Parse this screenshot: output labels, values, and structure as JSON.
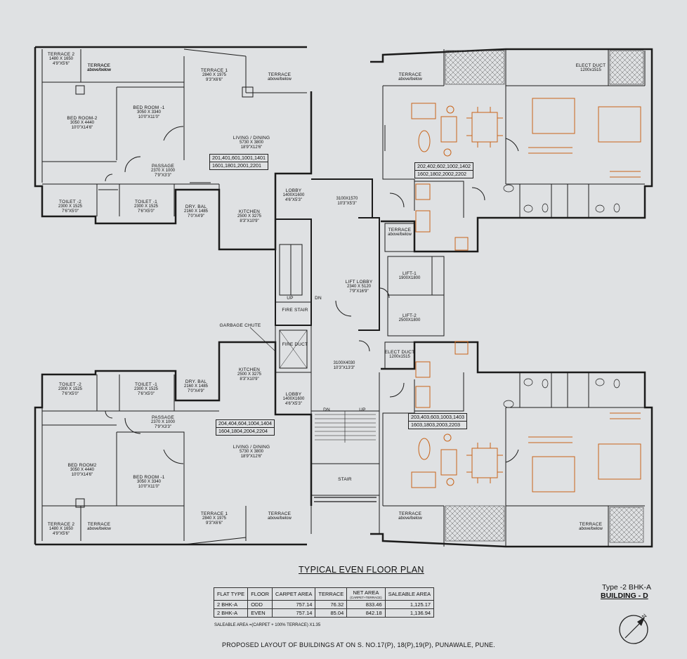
{
  "plan_title": "TYPICAL EVEN FLOOR PLAN",
  "type_label": "Type -2 BHK-A",
  "building_label": "BUILDING - D",
  "compass_letter": "N",
  "footer": "PROPOSED LAYOUT OF BUILDINGS AT ON S. NO.17(P), 18(P),19(P), PUNAWALE, PUNE.",
  "saleable_note": "SALEABLE AREA =(CARPET + 100% TERRACE) X1.35",
  "table": {
    "headers": [
      "FLAT TYPE",
      "FLOOR",
      "CARPET AREA",
      "TERRACE",
      "NET AREA",
      "SALEABLE  AREA"
    ],
    "net_area_sub": "(CARPET+TERRACE)",
    "rows": [
      [
        "2 BHK-A",
        "ODD",
        "757.14",
        "76.32",
        "833.46",
        "1,125.17"
      ],
      [
        "2 BHK-A",
        "EVEN",
        "757.14",
        "85.04",
        "842.18",
        "1,136.94"
      ]
    ]
  },
  "flat_numbers": {
    "top_left": [
      "201,401,601,1001,1401",
      "1601,1801,2001,2201"
    ],
    "top_right": [
      "202,402,602,1002,1402",
      "1602,1802,2002,2202"
    ],
    "bottom_left": [
      "204,404,604,1004,1404",
      "1604,1804,2004,2204"
    ],
    "bottom_right": [
      "203,403,603,1003,1403",
      "1603,1803,2003,2203"
    ]
  },
  "rooms": [
    {
      "name": "TERRACE 2",
      "lines": [
        "1480 X 1650",
        "4'9\"X5'6\""
      ]
    },
    {
      "name": "TERRACE",
      "lines": [
        "above/below"
      ]
    },
    {
      "name": "TERRACE 1",
      "lines": [
        "2840 X 1975",
        "9'3\"X6'6\""
      ]
    },
    {
      "name": "TERRACE",
      "lines": [
        "above/below"
      ]
    },
    {
      "name": "BED ROOM-2",
      "lines": [
        "3050 X 4440",
        "10'0\"X14'6\""
      ]
    },
    {
      "name": "BED ROOM -1",
      "lines": [
        "3050 X 3340",
        "10'0\"X11'0\""
      ]
    },
    {
      "name": "LIVING / DINING",
      "lines": [
        "5730 X 3800",
        "18'9\"X12'6\""
      ]
    },
    {
      "name": "PASSAGE",
      "lines": [
        "2370 X 1000",
        "7'9\"X3'3\""
      ]
    },
    {
      "name": "TOILET -2",
      "lines": [
        "2300 X 1525",
        "7'6\"X5'0\""
      ]
    },
    {
      "name": "TOILET -1",
      "lines": [
        "2300 X 1525",
        "7'6\"X5'0\""
      ]
    },
    {
      "name": "DRY. BAL",
      "lines": [
        "2160 X 1485",
        "7'0\"X4'9\""
      ]
    },
    {
      "name": "KITCHEN",
      "lines": [
        "2500 X 3275",
        "8'3\"X10'9\""
      ]
    },
    {
      "name": "LOBBY",
      "lines": [
        "1400X1600",
        "4'6\"X5'3\""
      ]
    },
    {
      "name": "",
      "lines": [
        "3100X1570",
        "10'3\"X5'3\""
      ]
    },
    {
      "name": "TERRACE",
      "lines": [
        "above/below"
      ]
    },
    {
      "name": "TERRACE",
      "lines": [
        "above/below"
      ]
    },
    {
      "name": "ELECT DUCT",
      "lines": [
        "1200x1515"
      ]
    },
    {
      "name": "LIFT-1",
      "lines": [
        "1900X1800"
      ]
    },
    {
      "name": "LIFT LOBBY",
      "lines": [
        "2340 X 5120",
        "7'9\"X16'9\""
      ]
    },
    {
      "name": "LIFT-2",
      "lines": [
        "2500X1800"
      ]
    },
    {
      "name": "FIRE STAIR",
      "lines": []
    },
    {
      "name": "UP",
      "lines": []
    },
    {
      "name": "DN",
      "lines": []
    },
    {
      "name": "GARBAGE CHUTE",
      "lines": []
    },
    {
      "name": "FIRE DUCT",
      "lines": []
    },
    {
      "name": "",
      "lines": [
        "3100X4030",
        "10'3\"X13'3\""
      ]
    },
    {
      "name": "ELECT DUCT",
      "lines": [
        "1200x1515"
      ]
    },
    {
      "name": "KITCHEN",
      "lines": [
        "2500 X 3275",
        "8'3\"X10'9\""
      ]
    },
    {
      "name": "LOBBY",
      "lines": [
        "1400X1600",
        "4'6\"X5'3\""
      ]
    },
    {
      "name": "TOILET -2",
      "lines": [
        "2300 X 1525",
        "7'6\"X5'0\""
      ]
    },
    {
      "name": "TOILET -1",
      "lines": [
        "2300 X 1525",
        "7'6\"X5'0\""
      ]
    },
    {
      "name": "DRY. BAL",
      "lines": [
        "2160 X 1485",
        "7'0\"X4'9\""
      ]
    },
    {
      "name": "PASSAGE",
      "lines": [
        "2370 X 1000",
        "7'9\"X3'3\""
      ]
    },
    {
      "name": "LIVING / DINING",
      "lines": [
        "5730 X 3800",
        "18'9\"X12'6\""
      ]
    },
    {
      "name": "BED ROOM2",
      "lines": [
        "3050 X 4440",
        "10'0\"X14'6\""
      ]
    },
    {
      "name": "BED ROOM -1",
      "lines": [
        "3050 X 3340",
        "10'0\"X11'0\""
      ]
    },
    {
      "name": "DN",
      "lines": []
    },
    {
      "name": "UP",
      "lines": []
    },
    {
      "name": "STAIR",
      "lines": []
    },
    {
      "name": "TERRACE 2",
      "lines": [
        "1480 X 1650",
        "4'9\"X5'6\""
      ]
    },
    {
      "name": "TERRACE",
      "lines": [
        "above/below"
      ]
    },
    {
      "name": "TERRACE 1",
      "lines": [
        "2840 X 1975",
        "9'3\"X6'6\""
      ]
    },
    {
      "name": "TERRACE",
      "lines": [
        "above/below"
      ]
    },
    {
      "name": "TERRACE",
      "lines": [
        "above/below"
      ]
    },
    {
      "name": "TERRACE",
      "lines": [
        "above/below"
      ]
    },
    {
      "name": "TERRACE",
      "lines": [
        "above/below"
      ]
    }
  ]
}
